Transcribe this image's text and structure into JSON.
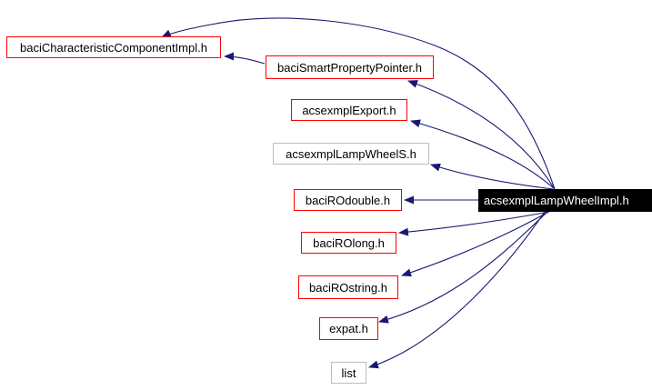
{
  "diagram": {
    "type": "include-dependency-graph",
    "colors": {
      "edge": "#191970",
      "node_border_red": "#ff0000",
      "node_border_gray": "#bdbdbd",
      "node_text": "#000000",
      "current_node_bg": "#000000",
      "current_node_text": "#ffffff",
      "background": "#ffffff"
    },
    "nodes": [
      {
        "label": "baciCharacteristicComponentImpl.h",
        "style": "red"
      },
      {
        "label": "baciSmartPropertyPointer.h",
        "style": "red"
      },
      {
        "label": "acsexmplExport.h",
        "style": "red"
      },
      {
        "label": "acsexmplLampWheelS.h",
        "style": "gray"
      },
      {
        "label": "baciROdouble.h",
        "style": "red"
      },
      {
        "label": "baciROlong.h",
        "style": "red"
      },
      {
        "label": "baciROstring.h",
        "style": "red"
      },
      {
        "label": "expat.h",
        "style": "red"
      },
      {
        "label": "list",
        "style": "gray"
      },
      {
        "label": "acsexmplLampWheelImpl.h",
        "style": "current"
      }
    ],
    "edges": [
      {
        "from": "acsexmplLampWheelImpl.h",
        "to": "baciCharacteristicComponentImpl.h"
      },
      {
        "from": "baciSmartPropertyPointer.h",
        "to": "baciCharacteristicComponentImpl.h"
      },
      {
        "from": "acsexmplLampWheelImpl.h",
        "to": "baciSmartPropertyPointer.h"
      },
      {
        "from": "acsexmplLampWheelImpl.h",
        "to": "acsexmplExport.h"
      },
      {
        "from": "acsexmplLampWheelImpl.h",
        "to": "acsexmplLampWheelS.h"
      },
      {
        "from": "acsexmplLampWheelImpl.h",
        "to": "baciROdouble.h"
      },
      {
        "from": "acsexmplLampWheelImpl.h",
        "to": "baciROlong.h"
      },
      {
        "from": "acsexmplLampWheelImpl.h",
        "to": "baciROstring.h"
      },
      {
        "from": "acsexmplLampWheelImpl.h",
        "to": "expat.h"
      },
      {
        "from": "acsexmplLampWheelImpl.h",
        "to": "list"
      }
    ]
  }
}
